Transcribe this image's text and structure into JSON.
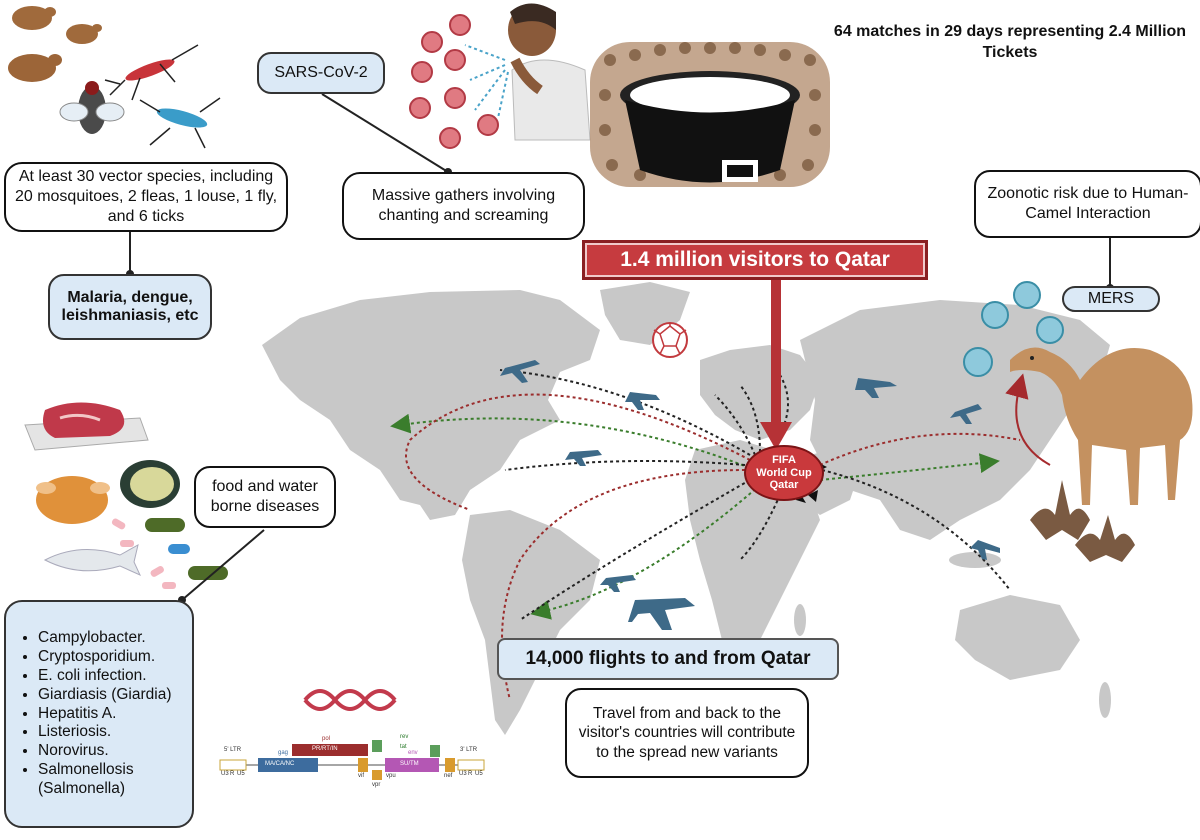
{
  "header": {
    "tickets_text": "64 matches  in 29 days representing 2.4 Million Tickets"
  },
  "vectors": {
    "text": "At least  30 vector species, including 20 mosquitoes, 2 fleas, 1 louse, 1 fly, and 6 ticks",
    "diseases": "Malaria, dengue, leishmaniasis, etc"
  },
  "covid": {
    "label": "SARS-CoV-2",
    "gathering": "Massive gathers involving chanting and screaming"
  },
  "visitors": {
    "banner": "1.4 million visitors to Qatar"
  },
  "hub": {
    "line1": "FIFA",
    "line2": "World Cup",
    "line3": "Qatar"
  },
  "zoonotic": {
    "text": "Zoonotic risk due to Human-Camel Interaction",
    "mers": "MERS"
  },
  "food": {
    "title": "food and water borne diseases",
    "items": [
      "Campylobacter.",
      "Cryptosporidium.",
      "E. coli infection.",
      "Giardiasis (Giardia)",
      "Hepatitis A.",
      "Listeriosis.",
      "Norovirus.",
      "Salmonellosis (Salmonella)"
    ]
  },
  "flights": {
    "banner": "14,000 flights to and from Qatar",
    "travel": "Travel from and back to the visitor's countries will contribute to the spread new variants"
  },
  "genome": {
    "labels": [
      "5' LTR",
      "U3",
      "R",
      "U5",
      "gag",
      "MA/CA/NC",
      "pol",
      "PR/RT/IN",
      "vif",
      "vpr",
      "tat",
      "rev",
      "vpu",
      "env",
      "SU/TM",
      "nef",
      "3' LTR",
      "U3",
      "R",
      "U5"
    ]
  },
  "colors": {
    "banner_red": "#c63b3f",
    "box_blue": "#dbe9f6",
    "map_grey": "#c8c8c8",
    "route_green": "#3a7d2c",
    "route_red": "#9b2d2d"
  }
}
